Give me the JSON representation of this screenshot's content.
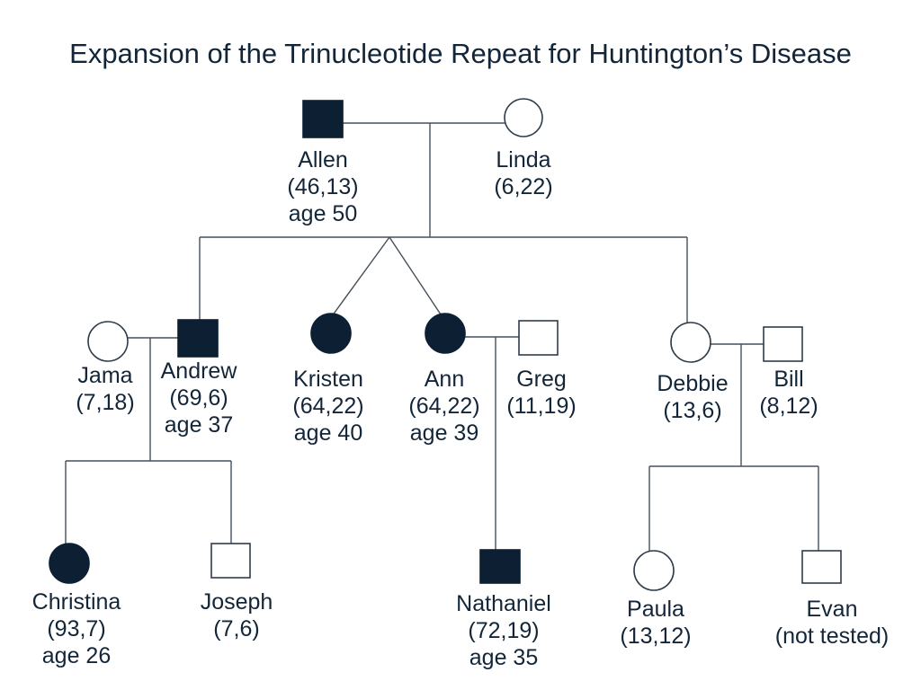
{
  "title": "Expansion of the Trinucleotide Repeat for Huntington’s Disease",
  "colors": {
    "background": "#ffffff",
    "text": "#132639",
    "symbol_fill": "#0d1f33",
    "symbol_open_fill": "#ffffff",
    "symbol_outline": "#2e3c4b",
    "connector_line": "#45505c"
  },
  "people": {
    "allen": {
      "name": "Allen",
      "genotype": "(46,13)",
      "age": "age 50",
      "symbol": "filled-square"
    },
    "linda": {
      "name": "Linda",
      "genotype": "(6,22)",
      "symbol": "open-circle"
    },
    "jama": {
      "name": "Jama",
      "genotype": "(7,18)",
      "symbol": "open-circle"
    },
    "andrew": {
      "name": "Andrew",
      "genotype": "(69,6)",
      "age": "age 37",
      "symbol": "filled-square"
    },
    "kristen": {
      "name": "Kristen",
      "genotype": "(64,22)",
      "age": "age 40",
      "symbol": "filled-circle"
    },
    "ann": {
      "name": "Ann",
      "genotype": "(64,22)",
      "age": "age 39",
      "symbol": "filled-circle"
    },
    "greg": {
      "name": "Greg",
      "genotype": "(11,19)",
      "symbol": "open-square"
    },
    "debbie": {
      "name": "Debbie",
      "genotype": "(13,6)",
      "symbol": "open-circle"
    },
    "bill": {
      "name": "Bill",
      "genotype": "(8,12)",
      "symbol": "open-square"
    },
    "christina": {
      "name": "Christina",
      "genotype": "(93,7)",
      "age": "age 26",
      "symbol": "filled-circle"
    },
    "joseph": {
      "name": "Joseph",
      "genotype": "(7,6)",
      "symbol": "open-square"
    },
    "nathaniel": {
      "name": "Nathaniel",
      "genotype": "(72,19)",
      "age": "age 35",
      "symbol": "filled-square"
    },
    "paula": {
      "name": "Paula",
      "genotype": "(13,12)",
      "symbol": "open-circle"
    },
    "evan": {
      "name": "Evan",
      "genotype": "(not tested)",
      "symbol": "open-square"
    }
  }
}
